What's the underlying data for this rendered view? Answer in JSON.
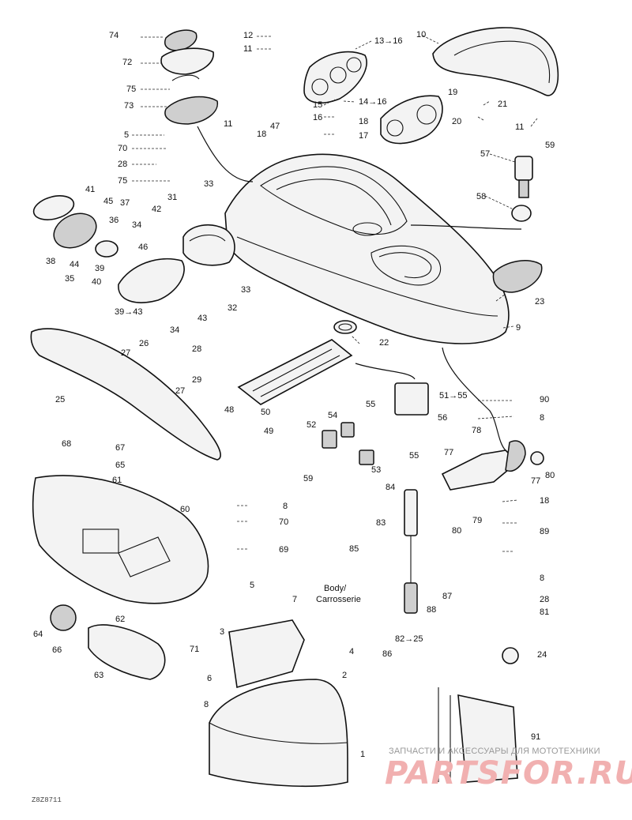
{
  "callouts": [
    {
      "id": "74",
      "label": "74"
    },
    {
      "id": "72",
      "label": "72"
    },
    {
      "id": "75a",
      "label": "75"
    },
    {
      "id": "73",
      "label": "73"
    },
    {
      "id": "5a",
      "label": "5"
    },
    {
      "id": "70a",
      "label": "70"
    },
    {
      "id": "28a",
      "label": "28"
    },
    {
      "id": "75b",
      "label": "75"
    },
    {
      "id": "12",
      "label": "12"
    },
    {
      "id": "11a",
      "label": "11"
    },
    {
      "id": "13-16",
      "label": "13→16"
    },
    {
      "id": "15",
      "label": "15"
    },
    {
      "id": "14-16",
      "label": "14→16"
    },
    {
      "id": "16",
      "label": "16"
    },
    {
      "id": "18a",
      "label": "18"
    },
    {
      "id": "17",
      "label": "17"
    },
    {
      "id": "19",
      "label": "19"
    },
    {
      "id": "10",
      "label": "10"
    },
    {
      "id": "21",
      "label": "21"
    },
    {
      "id": "20",
      "label": "20"
    },
    {
      "id": "11b",
      "label": "11"
    },
    {
      "id": "11c",
      "label": "11"
    },
    {
      "id": "18b",
      "label": "18"
    },
    {
      "id": "47",
      "label": "47"
    },
    {
      "id": "57",
      "label": "57"
    },
    {
      "id": "59a",
      "label": "59"
    },
    {
      "id": "58",
      "label": "58"
    },
    {
      "id": "41",
      "label": "41"
    },
    {
      "id": "45",
      "label": "45"
    },
    {
      "id": "37",
      "label": "37"
    },
    {
      "id": "36",
      "label": "36"
    },
    {
      "id": "38",
      "label": "38"
    },
    {
      "id": "44",
      "label": "44"
    },
    {
      "id": "39a",
      "label": "39"
    },
    {
      "id": "35",
      "label": "35"
    },
    {
      "id": "40",
      "label": "40"
    },
    {
      "id": "31",
      "label": "31"
    },
    {
      "id": "33a",
      "label": "33"
    },
    {
      "id": "42",
      "label": "42"
    },
    {
      "id": "34a",
      "label": "34"
    },
    {
      "id": "46",
      "label": "46"
    },
    {
      "id": "33b",
      "label": "33"
    },
    {
      "id": "32",
      "label": "32"
    },
    {
      "id": "39-43",
      "label": "39→43"
    },
    {
      "id": "43",
      "label": "43"
    },
    {
      "id": "34b",
      "label": "34"
    },
    {
      "id": "23",
      "label": "23"
    },
    {
      "id": "9",
      "label": "9"
    },
    {
      "id": "22",
      "label": "22"
    },
    {
      "id": "26",
      "label": "26"
    },
    {
      "id": "27a",
      "label": "27"
    },
    {
      "id": "28b",
      "label": "28"
    },
    {
      "id": "25",
      "label": "25"
    },
    {
      "id": "29",
      "label": "29"
    },
    {
      "id": "27b",
      "label": "27"
    },
    {
      "id": "48",
      "label": "48"
    },
    {
      "id": "50",
      "label": "50"
    },
    {
      "id": "49",
      "label": "49"
    },
    {
      "id": "51-55",
      "label": "51→55"
    },
    {
      "id": "56",
      "label": "56"
    },
    {
      "id": "55a",
      "label": "55"
    },
    {
      "id": "54",
      "label": "54"
    },
    {
      "id": "52",
      "label": "52"
    },
    {
      "id": "53",
      "label": "53"
    },
    {
      "id": "59b",
      "label": "59"
    },
    {
      "id": "55b",
      "label": "55"
    },
    {
      "id": "90",
      "label": "90"
    },
    {
      "id": "8a",
      "label": "8"
    },
    {
      "id": "78",
      "label": "78"
    },
    {
      "id": "77a",
      "label": "77"
    },
    {
      "id": "77b",
      "label": "77"
    },
    {
      "id": "80a",
      "label": "80"
    },
    {
      "id": "18c",
      "label": "18"
    },
    {
      "id": "79",
      "label": "79"
    },
    {
      "id": "80b",
      "label": "80"
    },
    {
      "id": "89",
      "label": "89"
    },
    {
      "id": "68",
      "label": "68"
    },
    {
      "id": "67a",
      "label": "67"
    },
    {
      "id": "65",
      "label": "65"
    },
    {
      "id": "61a",
      "label": "61"
    },
    {
      "id": "60",
      "label": "60"
    },
    {
      "id": "8b",
      "label": "8"
    },
    {
      "id": "70b",
      "label": "70"
    },
    {
      "id": "69",
      "label": "69"
    },
    {
      "id": "84",
      "label": "84"
    },
    {
      "id": "83",
      "label": "83"
    },
    {
      "id": "85",
      "label": "85"
    },
    {
      "id": "8c",
      "label": "8"
    },
    {
      "id": "28c",
      "label": "28"
    },
    {
      "id": "81",
      "label": "81"
    },
    {
      "id": "88",
      "label": "88"
    },
    {
      "id": "87",
      "label": "87"
    },
    {
      "id": "82-25",
      "label": "82→25"
    },
    {
      "id": "86",
      "label": "86"
    },
    {
      "id": "5b",
      "label": "5"
    },
    {
      "id": "7",
      "label": "7"
    },
    {
      "id": "3",
      "label": "3"
    },
    {
      "id": "4",
      "label": "4"
    },
    {
      "id": "62",
      "label": "62"
    },
    {
      "id": "71",
      "label": "71"
    },
    {
      "id": "64",
      "label": "64"
    },
    {
      "id": "66",
      "label": "66"
    },
    {
      "id": "63",
      "label": "63"
    },
    {
      "id": "24",
      "label": "24"
    },
    {
      "id": "6",
      "label": "6"
    },
    {
      "id": "2",
      "label": "2"
    },
    {
      "id": "8d",
      "label": "8"
    },
    {
      "id": "1",
      "label": "1"
    },
    {
      "id": "91",
      "label": "91"
    }
  ],
  "body_label": {
    "line1": "Body/",
    "line2": "Carrosserie"
  },
  "drawing_code": "Z8Z8711",
  "watermark": {
    "caption": "ЗАПЧАСТИ И АКСЕССУАРЫ ДЛЯ МОТОТЕХНИКИ",
    "brand_left": "PARTS",
    "brand_right": "FOR.RU",
    "color": "#f1b0b0"
  }
}
